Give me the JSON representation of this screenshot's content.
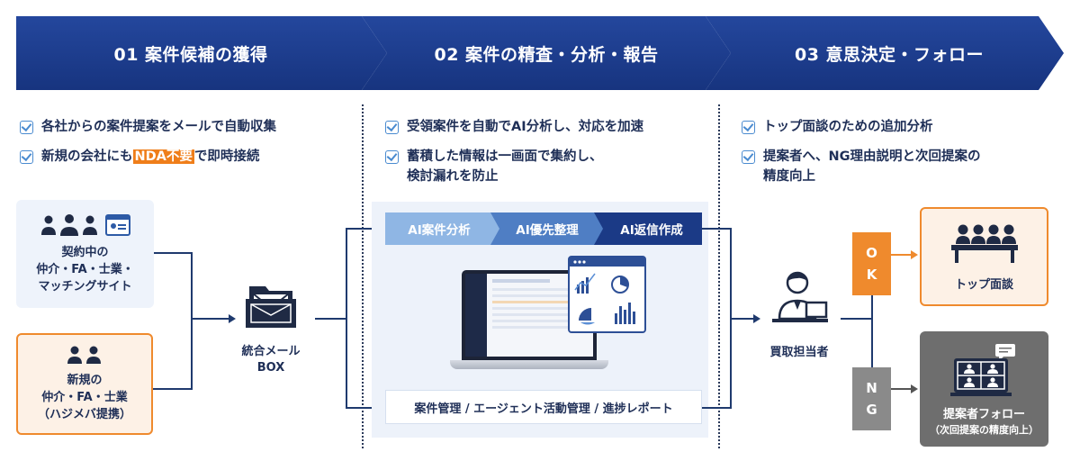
{
  "header": {
    "step1": "01 案件候補の獲得",
    "step2": "02 案件の精査・分析・報告",
    "step3": "03 意思決定・フォロー"
  },
  "col1": {
    "bullet1": "各社からの案件提案をメールで自動収集",
    "bullet2_pre": "新規の会社にも",
    "bullet2_hl": "NDA不要",
    "bullet2_post": "で即時接続"
  },
  "col2": {
    "bullet1": "受領案件を自動でAI分析し、対応を加速",
    "bullet2_line1": "蓄積した情報は一画面で集約し、",
    "bullet2_line2": "検討漏れを防止"
  },
  "col3": {
    "bullet1": "トップ面談のための追加分析",
    "bullet2_line1": "提案者へ、NG理由説明と次回提案の",
    "bullet2_line2": "精度向上"
  },
  "sources": {
    "contracted_line1": "契約中の",
    "contracted_line2": "仲介・FA・士業・",
    "contracted_line3": "マッチングサイト",
    "new_line1": "新規の",
    "new_line2": "仲介・FA・士業",
    "new_line3": "（ハジメバ提携）"
  },
  "mailbox": {
    "line1": "統合メール",
    "line2": "BOX"
  },
  "panel": {
    "step1": "AI案件分析",
    "step2": "AI優先整理",
    "step3": "AI返信作成",
    "management": "案件管理 / エージェント活動管理 / 進捗レポート"
  },
  "buyer": "買取担当者",
  "ok": {
    "l1": "O",
    "l2": "K"
  },
  "ng": {
    "l1": "N",
    "l2": "G"
  },
  "top_meeting": "トップ面談",
  "follow": {
    "title": "提案者フォロー",
    "sub": "（次回提案の精度向上）"
  },
  "colors": {
    "navy": "#1b3a86",
    "orange": "#ef8a2d",
    "gray": "#6e6e6e",
    "light_blue_panel": "#edf2fa"
  }
}
